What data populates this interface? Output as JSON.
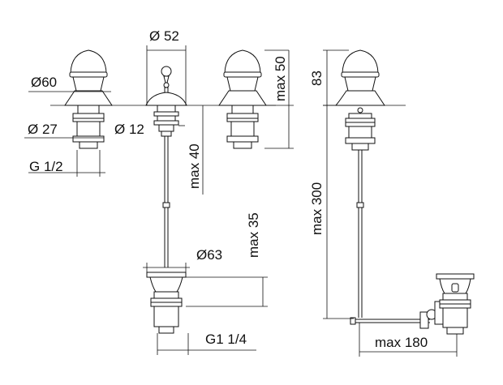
{
  "diagram": {
    "line_color": "#111111",
    "background": "#ffffff",
    "dimensions": {
      "spout_diameter": "Ø 52",
      "handle_diameter": "Ø60",
      "shank_diameter": "Ø 27",
      "rod_diameter": "Ø 12",
      "thread_handle": "G 1/2",
      "spout_height": "max 50",
      "under_deck": "max 40",
      "drain_drop": "max 35",
      "waste_diameter": "Ø63",
      "thread_waste": "G1 1/4",
      "side_height": "83",
      "side_rod_length": "max 300",
      "side_reach": "max 180"
    }
  }
}
